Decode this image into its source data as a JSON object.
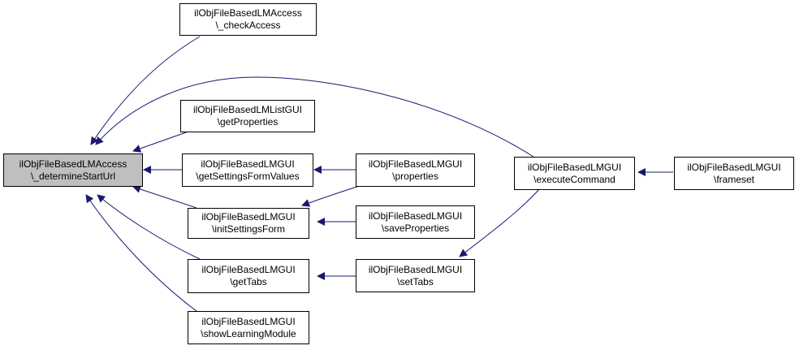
{
  "nodes": {
    "determine_start_url": {
      "line1": "ilObjFileBasedLMAccess",
      "line2": "\\_determineStartUrl"
    },
    "check_access": {
      "line1": "ilObjFileBasedLMAccess",
      "line2": "\\_checkAccess"
    },
    "list_get_properties": {
      "line1": "ilObjFileBasedLMListGUI",
      "line2": "\\getProperties"
    },
    "get_settings_form_values": {
      "line1": "ilObjFileBasedLMGUI",
      "line2": "\\getSettingsFormValues"
    },
    "init_settings_form": {
      "line1": "ilObjFileBasedLMGUI",
      "line2": "\\initSettingsForm"
    },
    "get_tabs": {
      "line1": "ilObjFileBasedLMGUI",
      "line2": "\\getTabs"
    },
    "show_learning_module": {
      "line1": "ilObjFileBasedLMGUI",
      "line2": "\\showLearningModule"
    },
    "properties": {
      "line1": "ilObjFileBasedLMGUI",
      "line2": "\\properties"
    },
    "save_properties": {
      "line1": "ilObjFileBasedLMGUI",
      "line2": "\\saveProperties"
    },
    "set_tabs": {
      "line1": "ilObjFileBasedLMGUI",
      "line2": "\\setTabs"
    },
    "execute_command": {
      "line1": "ilObjFileBasedLMGUI",
      "line2": "\\executeCommand"
    },
    "frameset": {
      "line1": "ilObjFileBasedLMGUI",
      "line2": "\\frameset"
    }
  },
  "colors": {
    "edge": "#191970",
    "root_fill": "#bfbfbf",
    "node_border": "#000000"
  }
}
